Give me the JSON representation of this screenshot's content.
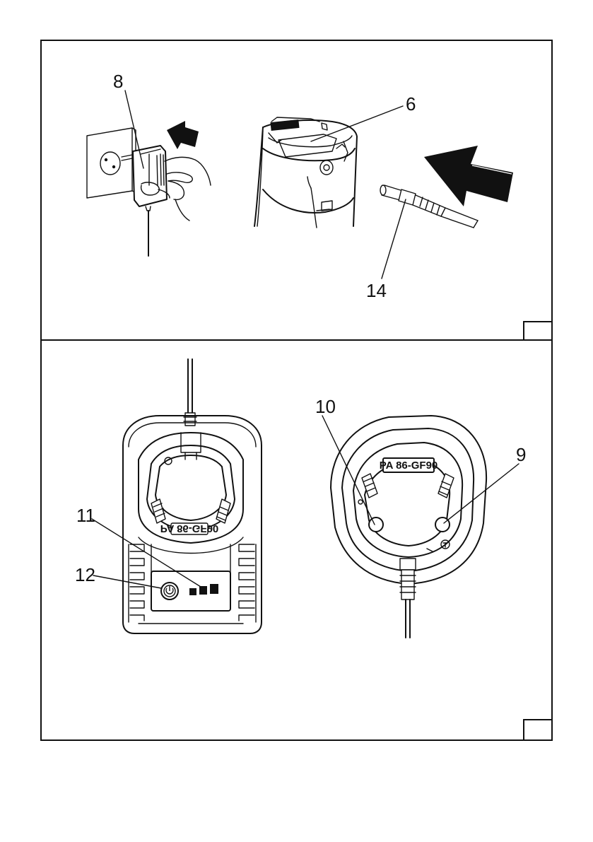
{
  "panel_top": {
    "callouts": {
      "adapter": "8",
      "battery_base": "6",
      "plug": "14"
    }
  },
  "panel_bottom": {
    "callouts": {
      "indicator": "11",
      "power_button": "12",
      "left_contact": "10",
      "right_contact": "9"
    },
    "model_plate_front": "PA 86-GF90",
    "model_plate_rear": "PA 86-GF90"
  },
  "colors": {
    "line": "#111111",
    "background": "#ffffff",
    "arrow": "#111111"
  },
  "icons": [
    "wall-socket-icon",
    "power-icon",
    "arrow-icon"
  ]
}
